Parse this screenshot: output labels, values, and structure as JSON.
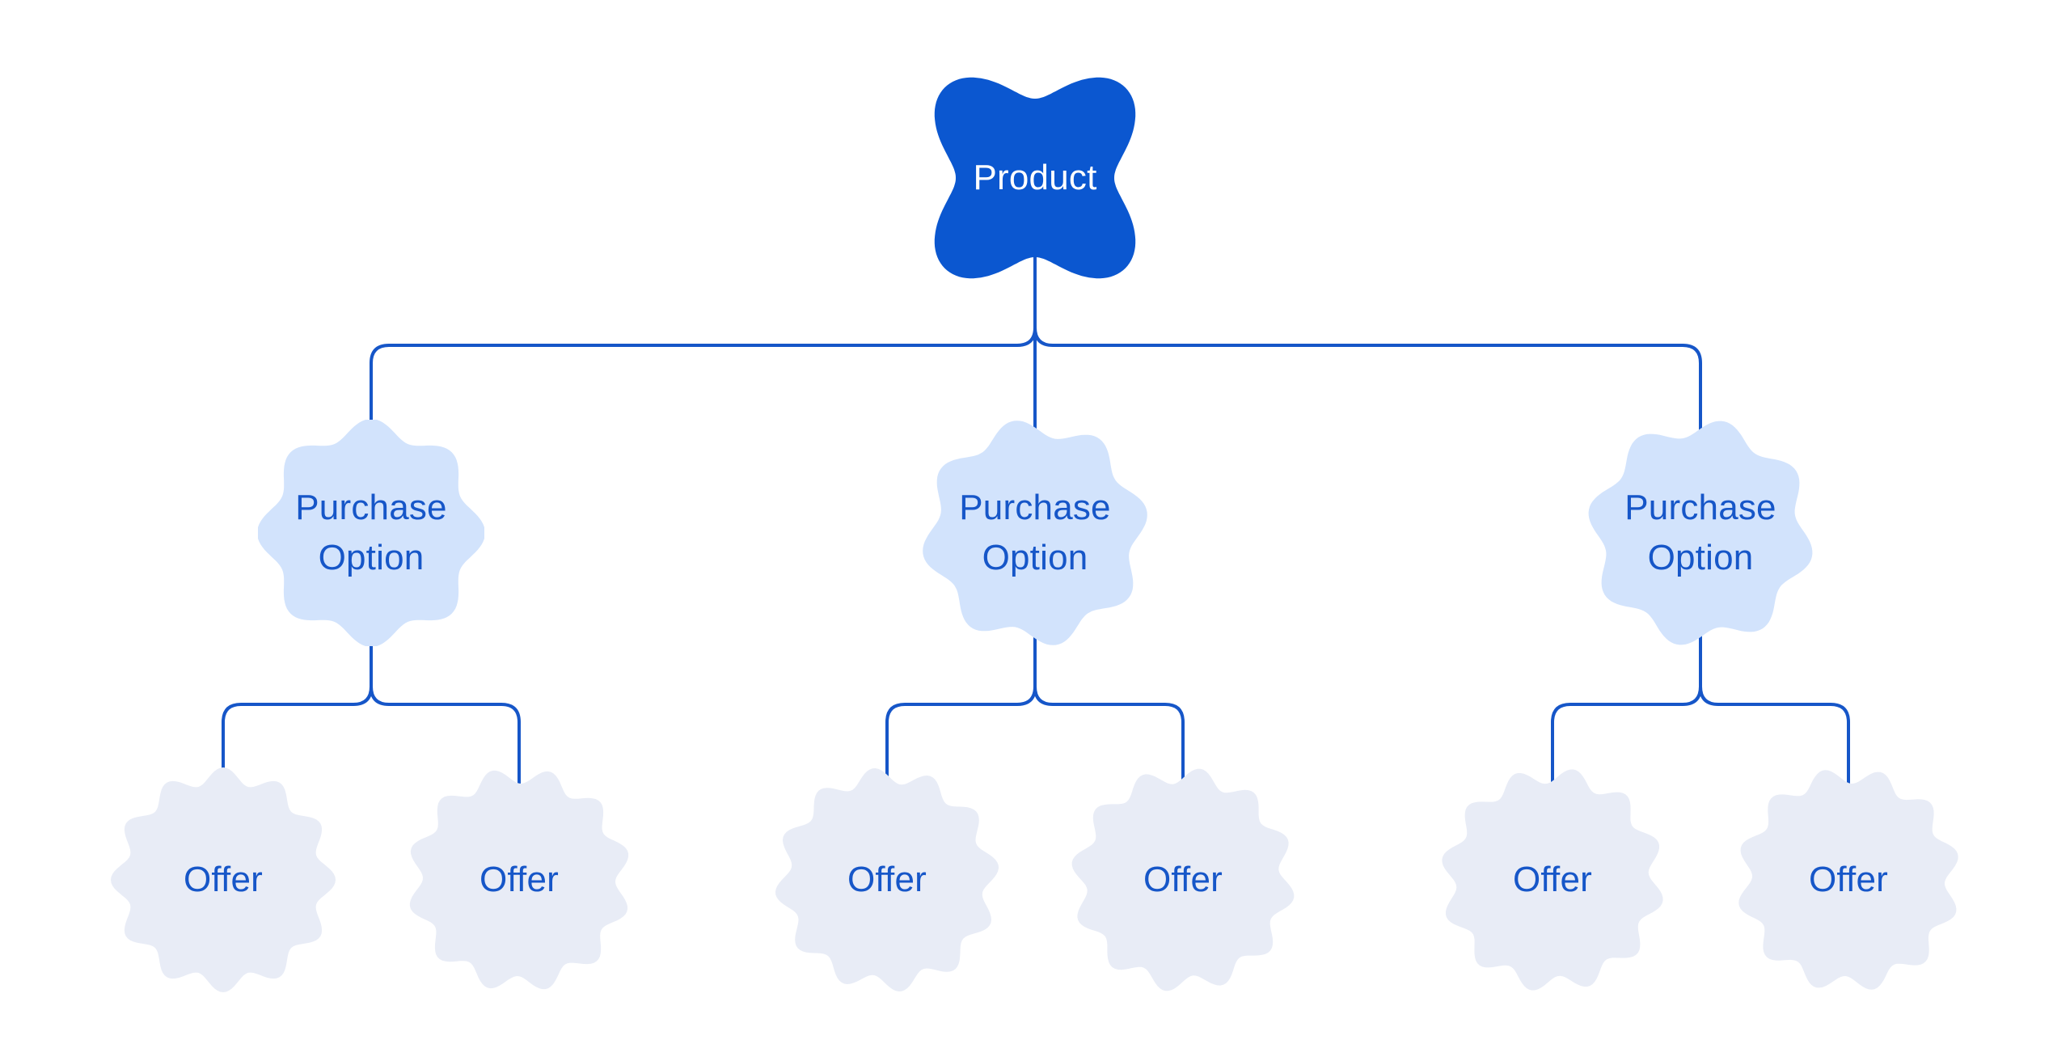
{
  "diagram": {
    "root": {
      "label": "Product"
    },
    "purchase_options": [
      {
        "label": "Purchase Option",
        "offers": [
          {
            "label": "Offer"
          },
          {
            "label": "Offer"
          }
        ]
      },
      {
        "label": "Purchase Option",
        "offers": [
          {
            "label": "Offer"
          },
          {
            "label": "Offer"
          }
        ]
      },
      {
        "label": "Purchase Option",
        "offers": [
          {
            "label": "Offer"
          },
          {
            "label": "Offer"
          }
        ]
      }
    ]
  },
  "colors": {
    "root_fill": "#0b57d0",
    "root_text": "#ffffff",
    "option_fill": "#d2e3fc",
    "option_text": "#1656c8",
    "offer_fill": "#e8ecf6",
    "offer_text": "#1656c8",
    "connector": "#1656c8",
    "background": "#ffffff"
  }
}
